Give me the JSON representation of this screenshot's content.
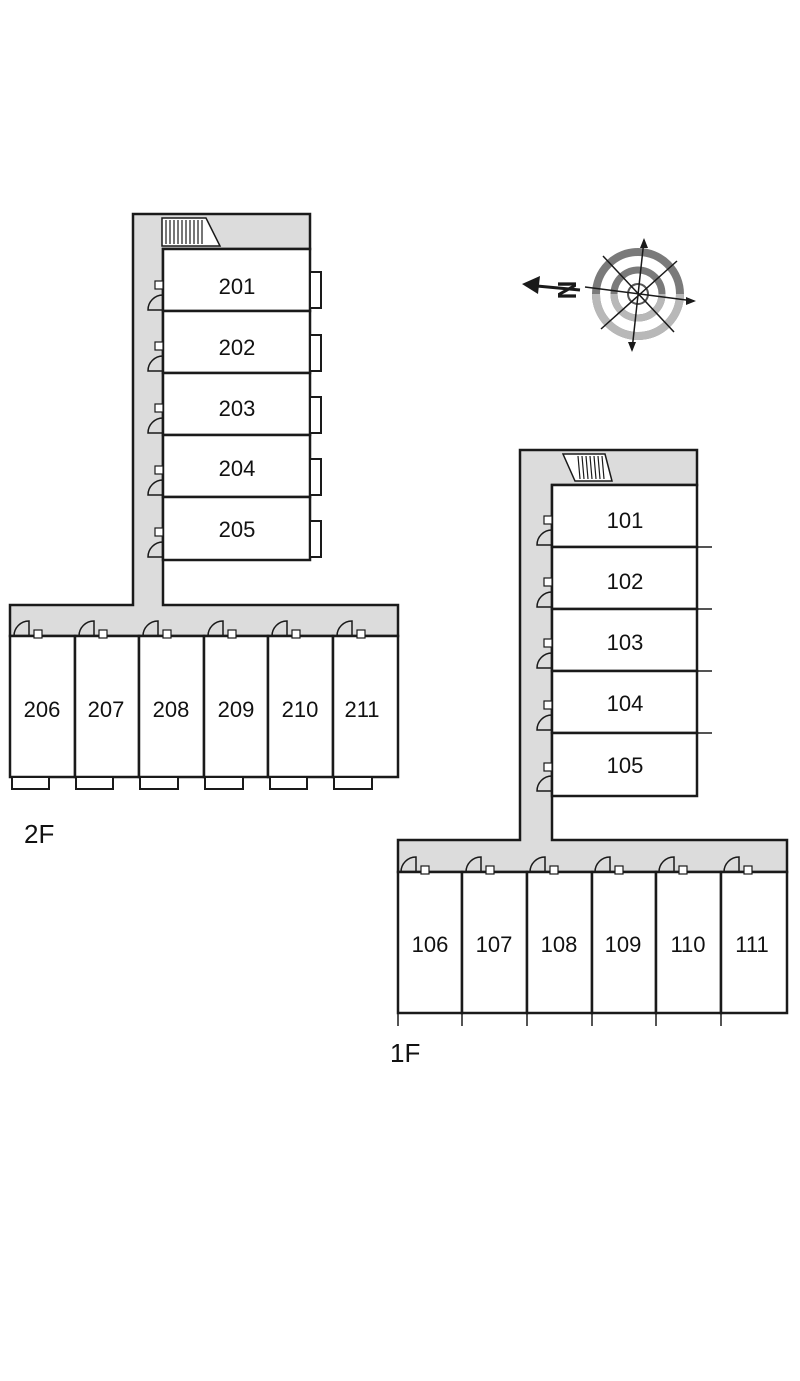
{
  "floors": {
    "second": {
      "label": "2F",
      "north_wing_rooms": [
        "201",
        "202",
        "203",
        "204",
        "205"
      ],
      "south_row_rooms": [
        "206",
        "207",
        "208",
        "209",
        "210",
        "211"
      ]
    },
    "first": {
      "label": "1F",
      "north_wing_rooms": [
        "101",
        "102",
        "103",
        "104",
        "105"
      ],
      "south_row_rooms": [
        "106",
        "107",
        "108",
        "109",
        "110",
        "111"
      ]
    }
  },
  "compass": {
    "north_letter": "N"
  },
  "colors": {
    "corridor": "#dcdcdc",
    "wall": "#1a1a1a",
    "compass_outer": "#7a7a7a",
    "compass_inner": "#b8b8b8"
  }
}
